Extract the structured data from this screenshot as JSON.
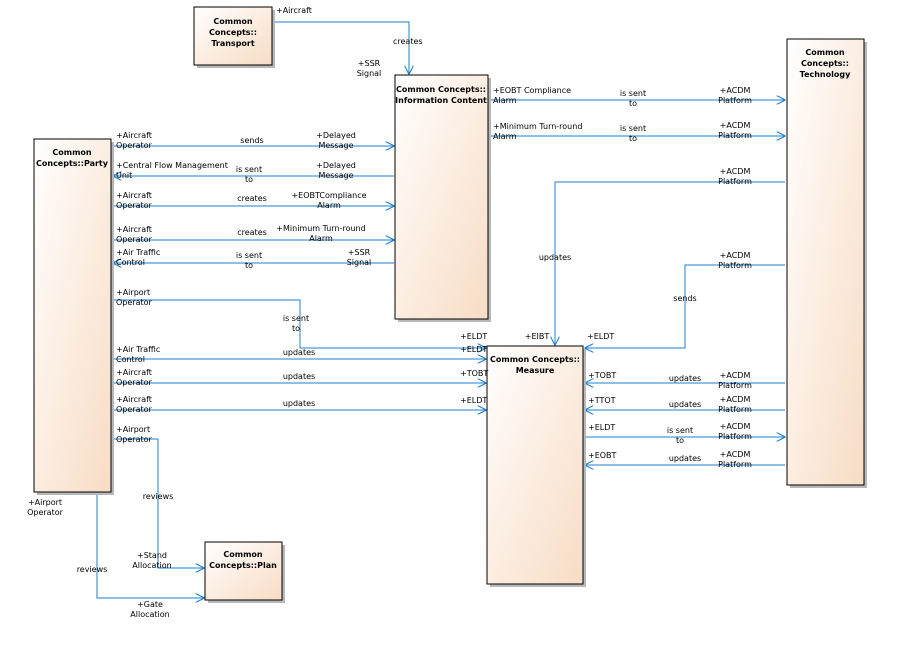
{
  "classes": [
    {
      "id": "transport",
      "lines": [
        "Common",
        "Concepts::",
        "Transport"
      ]
    },
    {
      "id": "infocontent",
      "lines": [
        "Common Concepts::",
        "Information Content"
      ]
    },
    {
      "id": "technology",
      "lines": [
        "Common",
        "Concepts::",
        "Technology"
      ]
    },
    {
      "id": "party",
      "lines": [
        "Common",
        "Concepts::Party"
      ]
    },
    {
      "id": "measure",
      "lines": [
        "Common Concepts::",
        "Measure"
      ]
    },
    {
      "id": "plan",
      "lines": [
        "Common",
        "Concepts::Plan"
      ]
    }
  ],
  "labels": [
    {
      "id": "aircraft-role",
      "lines": [
        "+Aircraft"
      ]
    },
    {
      "id": "creates-1",
      "lines": [
        "creates"
      ]
    },
    {
      "id": "ssr-signal-top",
      "lines": [
        "+SSR",
        "Signal"
      ]
    },
    {
      "id": "eobt-alarm-role",
      "lines": [
        "+EOBT Compliance",
        "Alarm"
      ]
    },
    {
      "id": "issent-1",
      "lines": [
        "is sent",
        "to"
      ]
    },
    {
      "id": "acdm-1",
      "lines": [
        "+ACDM",
        "Platform"
      ]
    },
    {
      "id": "min-turn-role",
      "lines": [
        "+Minimum Turn-round",
        "Alarm"
      ]
    },
    {
      "id": "issent-2",
      "lines": [
        "is sent",
        "to"
      ]
    },
    {
      "id": "acdm-2",
      "lines": [
        "+ACDM",
        "Platform"
      ]
    },
    {
      "id": "acdm-3",
      "lines": [
        "+ACDM",
        "Platform"
      ]
    },
    {
      "id": "acdm-4",
      "lines": [
        "+ACDM",
        "Platform"
      ]
    },
    {
      "id": "updates-tech",
      "lines": [
        "updates"
      ]
    },
    {
      "id": "sends-tech",
      "lines": [
        "sends"
      ]
    },
    {
      "id": "eibt",
      "lines": [
        "+EIBT"
      ]
    },
    {
      "id": "eldt-m1",
      "lines": [
        "+ELDT"
      ]
    },
    {
      "id": "ao-1",
      "lines": [
        "+Aircraft",
        "Operator"
      ]
    },
    {
      "id": "sends-1",
      "lines": [
        "sends"
      ]
    },
    {
      "id": "delayed-1",
      "lines": [
        "+Delayed",
        "Message"
      ]
    },
    {
      "id": "cfmu",
      "lines": [
        "+Central Flow Management",
        "Unit"
      ]
    },
    {
      "id": "issent-3",
      "lines": [
        "is sent",
        "to"
      ]
    },
    {
      "id": "delayed-2",
      "lines": [
        "+Delayed",
        "Message"
      ]
    },
    {
      "id": "ao-2",
      "lines": [
        "+Aircraft",
        "Operator"
      ]
    },
    {
      "id": "creates-2",
      "lines": [
        "creates"
      ]
    },
    {
      "id": "eobt-alarm-2",
      "lines": [
        "+EOBTCompliance",
        "Alarm"
      ]
    },
    {
      "id": "ao-3",
      "lines": [
        "+Aircraft",
        "Operator"
      ]
    },
    {
      "id": "creates-3",
      "lines": [
        "creates"
      ]
    },
    {
      "id": "min-turn-2",
      "lines": [
        "+Minimum Turn-round",
        "Alarm"
      ]
    },
    {
      "id": "atc-1",
      "lines": [
        "+Air Traffic",
        "Control"
      ]
    },
    {
      "id": "issent-4",
      "lines": [
        "is sent",
        "to"
      ]
    },
    {
      "id": "ssr-2",
      "lines": [
        "+SSR",
        "Signal"
      ]
    },
    {
      "id": "apo-1",
      "lines": [
        "+Airport",
        "Operator"
      ]
    },
    {
      "id": "issent-5",
      "lines": [
        "is sent",
        "to"
      ]
    },
    {
      "id": "eldt-1",
      "lines": [
        "+ELDT"
      ]
    },
    {
      "id": "atc-2",
      "lines": [
        "+Air Traffic",
        "Control"
      ]
    },
    {
      "id": "updates-1",
      "lines": [
        "updates"
      ]
    },
    {
      "id": "eldt-2",
      "lines": [
        "+ELDT"
      ]
    },
    {
      "id": "ao-4",
      "lines": [
        "+Aircraft",
        "Operator"
      ]
    },
    {
      "id": "updates-2",
      "lines": [
        "updates"
      ]
    },
    {
      "id": "tobt-1",
      "lines": [
        "+TOBT"
      ]
    },
    {
      "id": "ao-5",
      "lines": [
        "+Aircraft",
        "Operator"
      ]
    },
    {
      "id": "updates-3",
      "lines": [
        "updates"
      ]
    },
    {
      "id": "eldt-3",
      "lines": [
        "+ELDT"
      ]
    },
    {
      "id": "apo-2",
      "lines": [
        "+Airport",
        "Operator"
      ]
    },
    {
      "id": "reviews-1",
      "lines": [
        "reviews"
      ]
    },
    {
      "id": "apo-3",
      "lines": [
        "+Airport",
        "Operator"
      ]
    },
    {
      "id": "reviews-2",
      "lines": [
        "reviews"
      ]
    },
    {
      "id": "stand",
      "lines": [
        "+Stand",
        "Allocation"
      ]
    },
    {
      "id": "gate",
      "lines": [
        "+Gate",
        "Allocation"
      ]
    },
    {
      "id": "tobt-2",
      "lines": [
        "+TOBT"
      ]
    },
    {
      "id": "updates-4",
      "lines": [
        "updates"
      ]
    },
    {
      "id": "acdm-5",
      "lines": [
        "+ACDM",
        "Platform"
      ]
    },
    {
      "id": "ttot",
      "lines": [
        "+TTOT"
      ]
    },
    {
      "id": "updates-5",
      "lines": [
        "updates"
      ]
    },
    {
      "id": "acdm-6",
      "lines": [
        "+ACDM",
        "Platform"
      ]
    },
    {
      "id": "eldt-4",
      "lines": [
        "+ELDT"
      ]
    },
    {
      "id": "issent-6",
      "lines": [
        "is sent",
        "to"
      ]
    },
    {
      "id": "acdm-7",
      "lines": [
        "+ACDM",
        "Platform"
      ]
    },
    {
      "id": "eobt-3",
      "lines": [
        "+EOBT"
      ]
    },
    {
      "id": "updates-6",
      "lines": [
        "updates"
      ]
    },
    {
      "id": "acdm-8",
      "lines": [
        "+ACDM",
        "Platform"
      ]
    }
  ]
}
